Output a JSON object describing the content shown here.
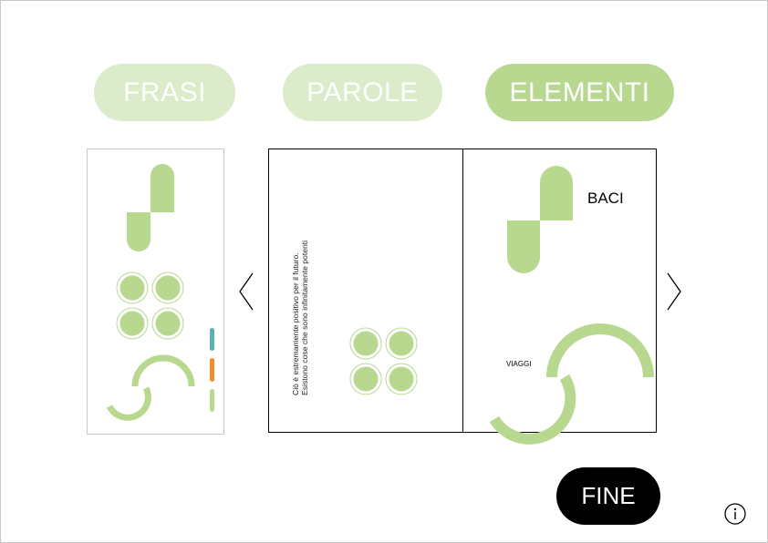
{
  "tabs": [
    {
      "label": "FRASI"
    },
    {
      "label": "PAROLE"
    },
    {
      "label": "ELEMENTI"
    }
  ],
  "book": {
    "text_line_1": "Ciò è estremamente positivo per il futuro.",
    "text_line_2": "Esistono cose che sono infinitamente potenti",
    "label_baci": "BACI",
    "label_viaggi": "VIAGGI"
  },
  "footer": {
    "fine_label": "FINE"
  },
  "colors": {
    "green": "#b8d890",
    "green_light": "#dcebc9",
    "teal": "#5ab3b0",
    "orange": "#ee8f2e"
  },
  "icons": {
    "prev": "chevron-left-icon",
    "next": "chevron-right-icon",
    "info": "info-icon"
  }
}
